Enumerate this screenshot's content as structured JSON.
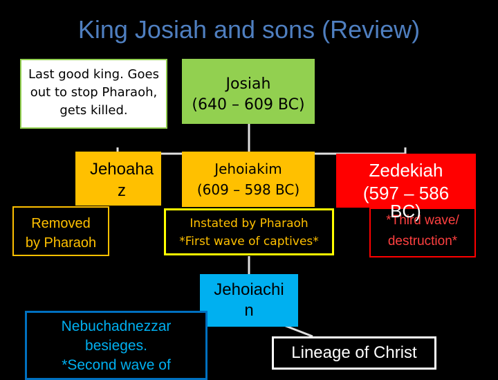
{
  "title": "King Josiah and sons (Review)",
  "josiah_note": "Last good king. Goes out to stop Pharaoh, gets killed.",
  "josiah": {
    "name": "Josiah",
    "dates": "(640 – 609 BC)"
  },
  "jehoahaz": {
    "name_line1": "Jehoaha",
    "name_line2": "z"
  },
  "jehoahaz_note": {
    "line1": "Removed",
    "line2": "by Pharaoh"
  },
  "jehoiakim": {
    "name": "Jehoiakim",
    "dates": "(609 – 598 BC)"
  },
  "jehoiakim_note": {
    "line1": "Instated by Pharaoh",
    "line2": "*First wave of captives*"
  },
  "zedekiah": {
    "name": "Zedekiah",
    "dates_line1": "(597 – 586",
    "dates_line2": "BC)"
  },
  "zedekiah_note": {
    "line1": "*Third wave/",
    "line2": "destruction*"
  },
  "jehoiachin": {
    "name_line1": "Jehoiachi",
    "name_line2": "n"
  },
  "nebuchadnezzar_note": {
    "line1": "Nebuchadnezzar",
    "line2": "besieges.",
    "line3": "*Second wave of"
  },
  "lineage": "Lineage of Christ",
  "colors": {
    "title": "#4f7fc0",
    "green": "#92d050",
    "orange": "#ffc000",
    "red": "#ff0000",
    "blue": "#00b0f0",
    "yellow_border": "#ffff00"
  }
}
